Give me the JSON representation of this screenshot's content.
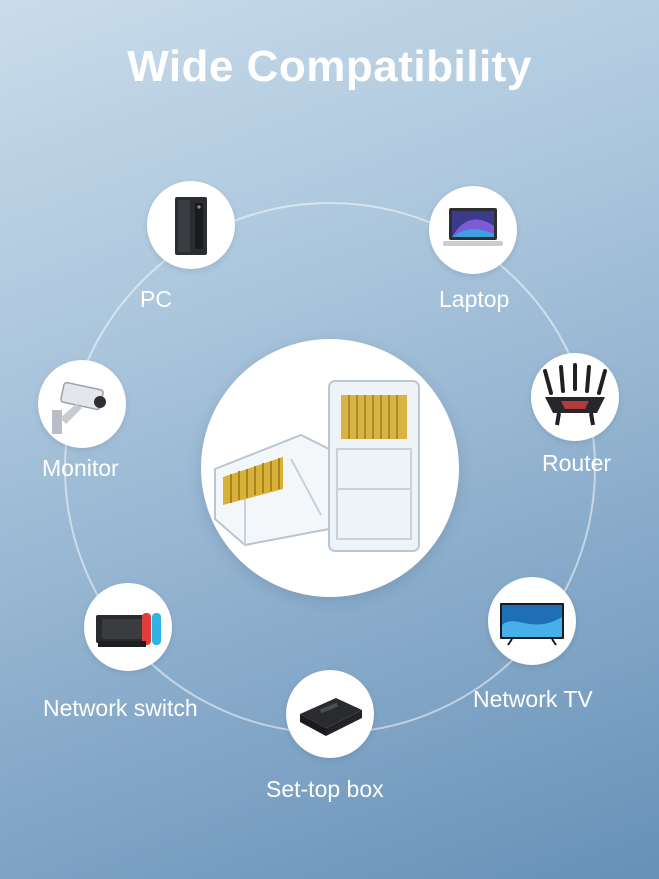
{
  "title": "Wide Compatibility",
  "devices": [
    {
      "id": "pc",
      "label": "PC",
      "icon": "desktop-tower-icon"
    },
    {
      "id": "laptop",
      "label": "Laptop",
      "icon": "laptop-icon"
    },
    {
      "id": "router",
      "label": "Router",
      "icon": "router-icon"
    },
    {
      "id": "monitor",
      "label": "Monitor",
      "icon": "security-camera-icon"
    },
    {
      "id": "network-switch",
      "label": "Network switch",
      "icon": "game-console-icon"
    },
    {
      "id": "network-tv",
      "label": "Network TV",
      "icon": "television-icon"
    },
    {
      "id": "set-top-box",
      "label": "Set-top box",
      "icon": "set-top-box-icon"
    }
  ],
  "center_image": "rj45-connectors-image",
  "colors": {
    "background_top": "#c9dcea",
    "background_bottom": "#6791b8",
    "text": "#ffffff",
    "gold": "#d8b13a"
  }
}
